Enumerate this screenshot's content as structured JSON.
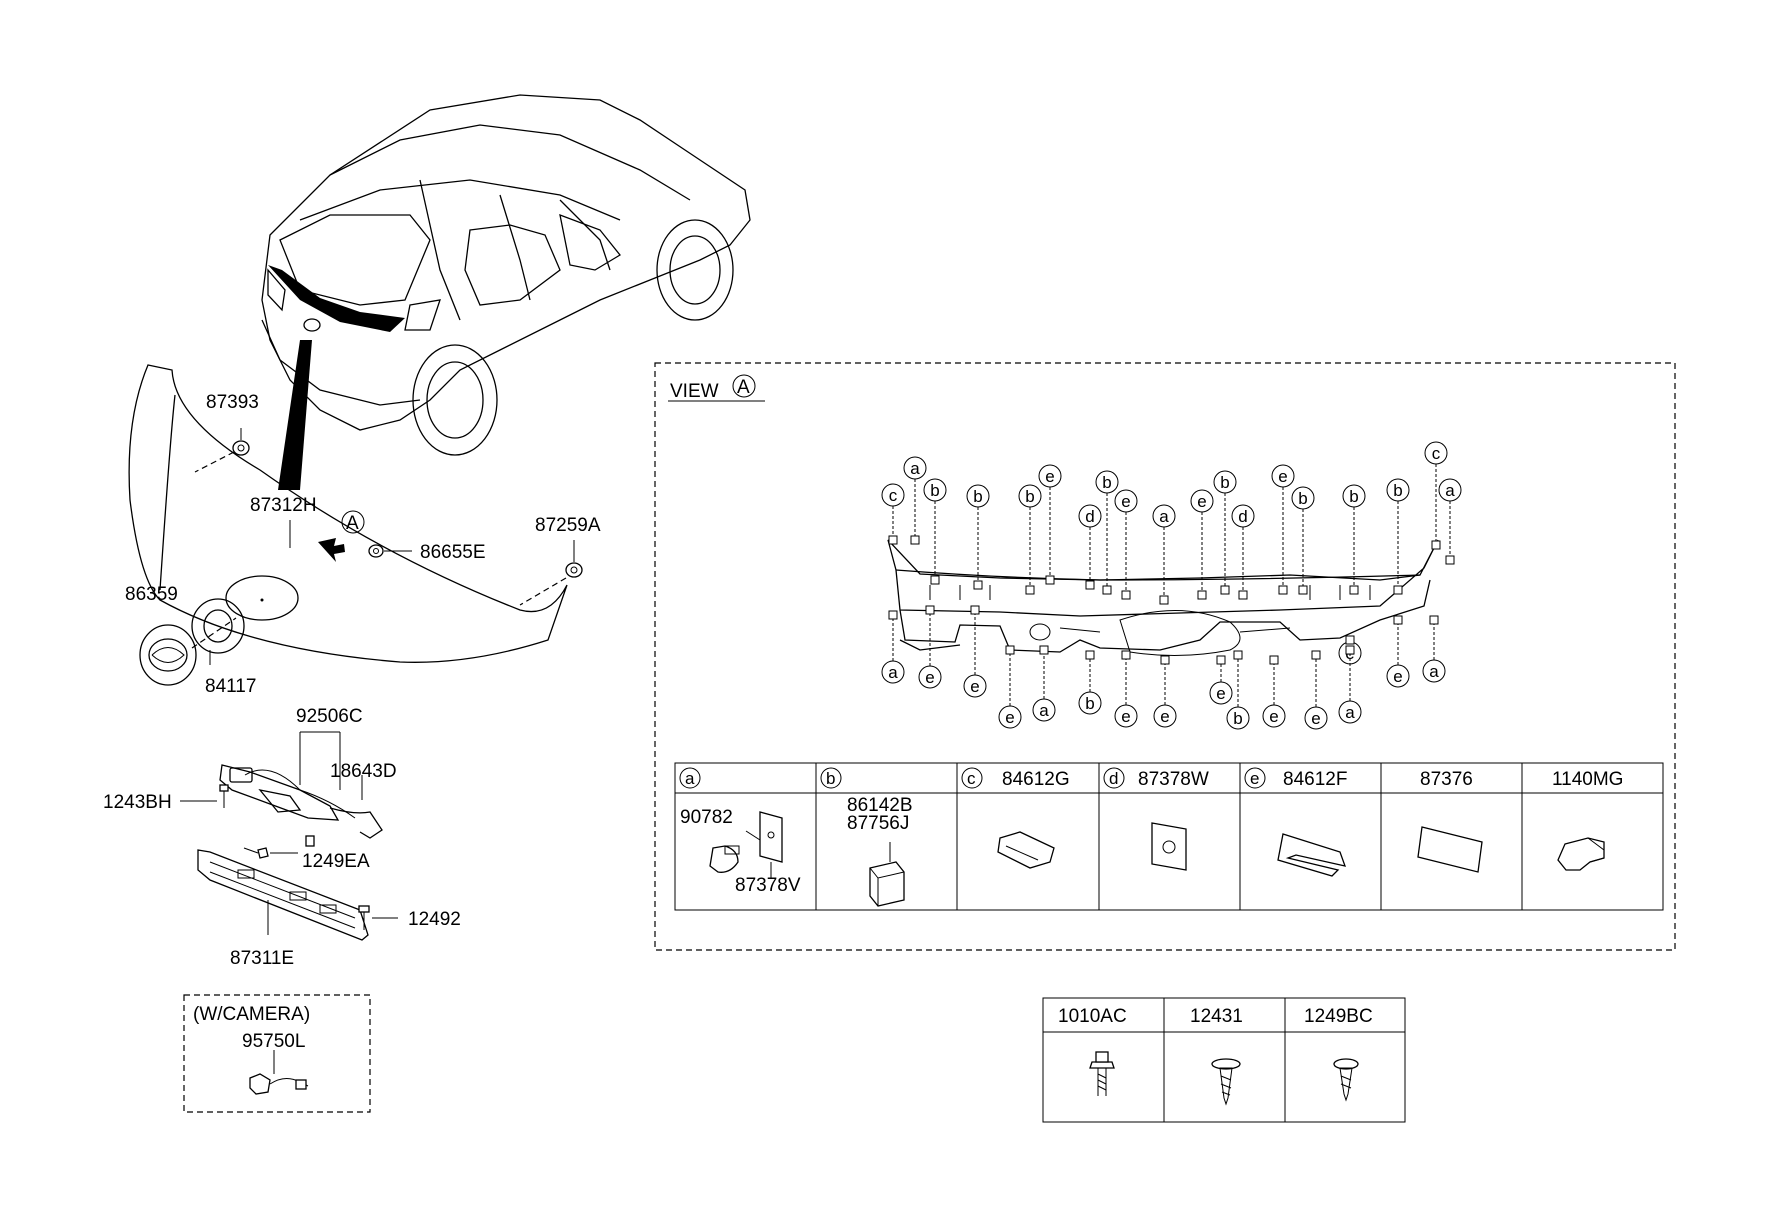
{
  "parts": {
    "p87393": "87393",
    "p87312H": "87312H",
    "p86655E": "86655E",
    "p87259A": "87259A",
    "p86359": "86359",
    "p84117": "84117",
    "p92506C": "92506C",
    "p18643D": "18643D",
    "p1243BH": "1243BH",
    "p1249EA": "1249EA",
    "p12492": "12492",
    "p87311E": "87311E",
    "camera_title": "(W/CAMERA)",
    "p95750L": "95750L"
  },
  "view": {
    "title": "VIEW",
    "marker": "A"
  },
  "legend": {
    "headers": [
      {
        "key": "a",
        "part": ""
      },
      {
        "key": "b",
        "part": ""
      },
      {
        "key": "c",
        "part": "84612G"
      },
      {
        "key": "d",
        "part": "87378W"
      },
      {
        "key": "e",
        "part": "84612F"
      },
      {
        "key": "",
        "part": "87376"
      },
      {
        "key": "",
        "part": "1140MG"
      }
    ],
    "a_parts": [
      "90782",
      "87378V"
    ],
    "b_parts": [
      "86142B",
      "87756J"
    ]
  },
  "fasteners": [
    "1010AC",
    "12431",
    "1249BC"
  ],
  "clip_letters": {
    "top": [
      "c",
      "a",
      "b",
      "b",
      "b",
      "e",
      "d",
      "b",
      "e",
      "a",
      "e",
      "b",
      "d",
      "e",
      "b",
      "b",
      "b",
      "c",
      "a"
    ],
    "bottom": [
      "a",
      "e",
      "e",
      "e",
      "a",
      "b",
      "e",
      "e",
      "e",
      "b",
      "e",
      "e",
      "a",
      "e",
      "e",
      "a"
    ]
  }
}
